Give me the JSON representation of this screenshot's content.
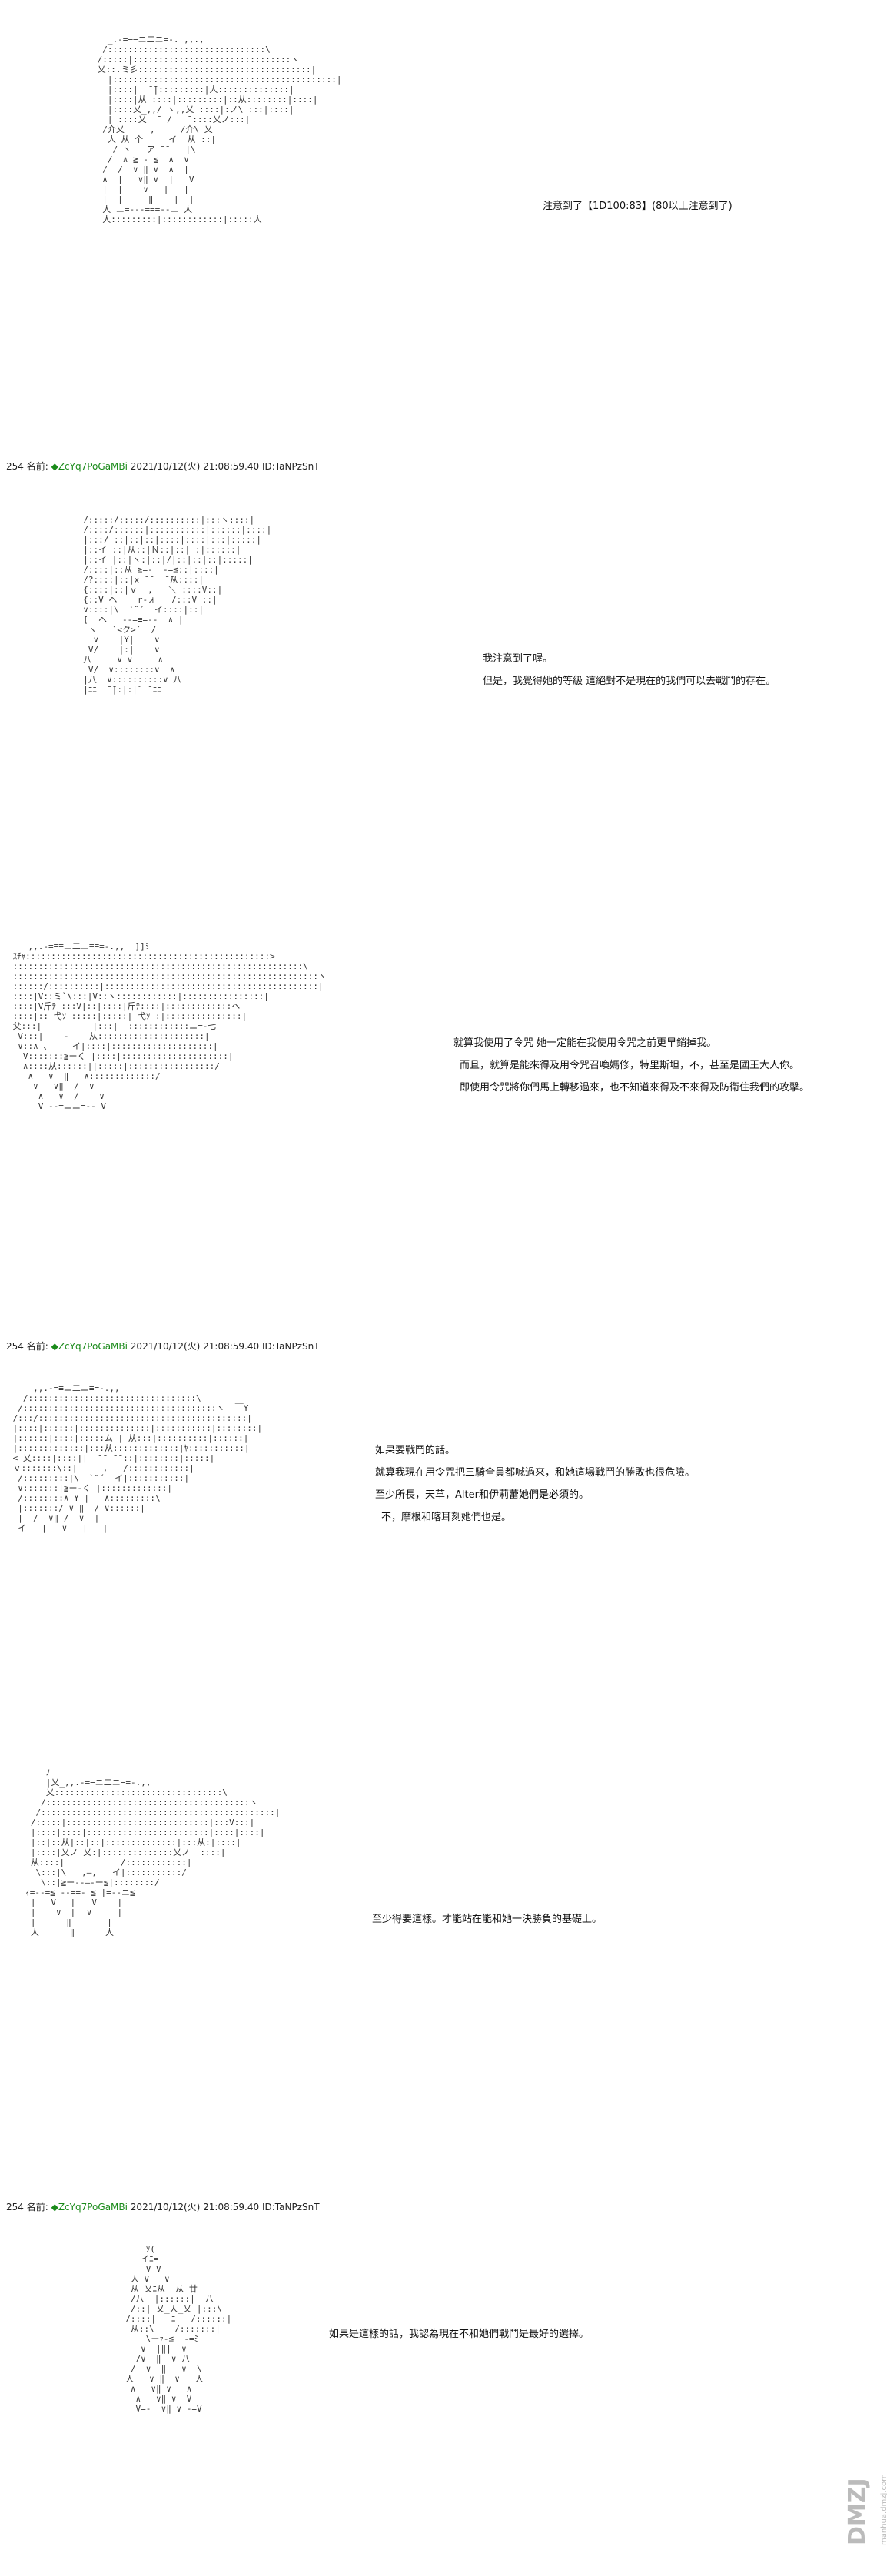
{
  "post": {
    "number": "254",
    "name_label": "名前:",
    "trip": "◆ZcYq7PoGaMBi",
    "datetime": "2021/10/12(火) 21:08:59.40",
    "id": "ID:TaNPzSnT"
  },
  "panels": [
    {
      "art": "   _.-=≡≡ニ二ニ=-. ,,.,\n  /:::::::::::::::::::::::::::::::\\\n /:::::|:::::::::::::::::::::::::::::::ヽ\n 乂::.ミ彡::::::::::::::::::::::::::::::::::|\n   |::::::::::::::::::::::::::::::::::::::::::::|\n   |::::|  ̄ ̄|:::::::::|人::::::::::::::|\n   |::::|从 ::::|:::::::::|::从::::::::|::::|\n   |::::乂_,,/ ヽ,,乂 ::::|:ノ\\ :::|::::|\n   | ::::乂  ̄  /   ̄ ::::乂ノ:::|\n  /介乂     ,     /介\\ 乂__\n   人 从 个     イ  从 ::|\n    / ヽ   ̄ア ̄ ̄    |\\\n   /  ∧ ≧ ‐ ≦  ∧  ∨\n  /  /  ∨ ‖ ∨  ∧  |\n  ∧  |   ∨‖ ∨  |   V\n  |  |    ∨   |   |\n  |  |     ‖    |  |\n  人 ニ=‐--===‐-ニ 人\n  人:::::::::|::::::::::::|:::::人",
      "lines": [
        "注意到了【1D100:83】(80以上注意到了)"
      ],
      "has_header": true
    },
    {
      "art": "  /:::::/:::::/::::::::::|:::ヽ::::|\n  /::::/::::::|:::::::::::|::::::|::::|\n  |:::/ ::|::|::|::::|::::|:::|:::::|\n  |::イ ::|从::|Ｎ::|::| :|::::::|\n  |::イ |::|ヽ:|::|/|::|::|::|:::::|\n  /::::|::从 ≧=-  ‐=≦::|::::|\n  /?::::|::|x ̄ ̄   ̄ ̄从::::|\n  {::::|::|ｖ  ,   ＼ ::::V::|\n  {::V ヘ    r‐ォ   /:::V ::|\n  ∨::::|\\  `¨´  イ::::|::|\n  [  ヘ   ‐-=≡=-‐  ∧ |\n   ヽ   `<ク>´  /\n    ∨    |Y|    ∨\n   V/    |:|    ∨\n  八     ∨ ∨     ∧\n   V/  ∨::::::::∨  ∧\n  |八  ∨::::::::::∨ 八\n  |ﾆﾆ  ̄ ̄|:|:|¨ ̄ ﾆﾆ",
      "lines": [
        "我注意到了喔。",
        "但是，我覺得她的等級 這絕對不是現在的我們可以去戰鬥的存在。"
      ],
      "has_header": false
    },
    {
      "art": "   _,,.-=≡≡ニ二ニ≡≡=-.,,_ ]]ﾐ\n ｽﾁｬ::::::::::::::::::::::::::::::::::::::::::::::::>\n :::::::::::::::::::::::::::::::::::::::::::::::::::::::::\\\n ::::::::::::::::::::::::::::::::::::::::::::::::::::::::::::ヽ\n ::::::/::::::::::|::::::::::::::::::::::::::::::::::::::::::|\n ::::|V::ミ`\\:::|V::ヽ::::::::::::|::::::::::::::::|\n ::::|V斤ﾃ :::V|::|::::|斤ﾃ::::|:::::::::::::ヘ\n ::::|:: 弋ｿ :::::|:::::| 弋ｿ :|:::::::::::::::|\n 父:::|          |:::|  ::::::::::::ニ=‐七\n  V:::|    -    从:::::::::::::::::::::|\n  ∨::∧ 、_   イ|::::|::::::::::::::::::::|\n   V:::::::≧ーく |::::|:::::::::::::::::::::|\n   ∧::::从::::::||:::::|:::::::::::::::::/\n    ∧   ∨  ‖   ∧:::::::::::::/\n     ∨   ∨‖  /  ∨\n      ∧   ∨  /    ∨\n      V ‐-=ニニ=-‐ V",
      "lines": [
        "就算我使用了令咒  她一定能在我使用令咒之前更早銷掉我。",
        "而且，就算是能來得及用令咒召喚媽修，特里斯坦，不，甚至是國王大人你。",
        "即使用令咒將你們馬上轉移過來，也不知道來得及不來得及防衛住我們的攻擊。"
      ],
      "has_header": true
    },
    {
      "art": "    _,,.-=≡ニ二ニ≡=-.,,\n   /:::::::::::::::::::::::::::::::::\\\n  /::::::::::::::::::::::::::::::::::::::ヽ  ￣Y\n /:::/:::::::::::::::::::::::::::::::::::::::::|\n |::::|::::::|::::::::::::::|:::::::::::|::::::::|\n |::::::|::::|:::::ム | 从:::|::::::::::|::::::|\n |:::::::::::::|:::从:::::::::::::|ﾔ:::::::::::|\n < 乂::::|::::||  ̄ ̄  ̄ ̄ ::|::::::::|:::::|\n ｖ:::::::\\::|     ,   /::::::::::::|\n  /:::::::::|\\  `¨´  イ|:::::::::::|\n  ∨:::::::|≧ー‐く |:::::::::::::|\n  /::::::::∧ Y |   ∧:::::::::\\\n  |:::::::/ ∨ ‖  / ∨::::::|\n  |  /  ∨‖ /  ∨  |\n  イ   |   ∨   |   |",
      "lines": [
        "如果要戰鬥的話。",
        "就算我現在用令咒把三騎全員都喊過來，和她這場戰鬥的勝敗也很危險。",
        "至少所長，天草，Alter和伊莉蕾她們是必須的。",
        "不，摩根和喀耳刻她們也是。"
      ],
      "has_header": false
    },
    {
      "art": "      ﾉ\n      |乂_,,.-=≡ニ二ニ≡=-.,,\n      乂:::::::::::::::::::::::::::::::::\\\n     /::::::::::::::::::::::::::::::::::::::::ヽ\n    /::::::::::::::::::::::::::::::::::::::::::::::|\n   /:::::|::::::::::::::::::::::::::::|:::V:::|\n   |::::|::::|::::::::::::::::::::::::|::::|::::|\n   |::|::从|::|::|::::::::::::::|:::从:|::::|\n   |::::|乂ノ 乂:|::::::::::::::乂ノ  ::::|\n   从::::|           /::::::::::::|\n    \\:::|\\   ,―,   イ|:::::::::::/\n     \\::|≧ー‐‐―‐ー≦|::::::::/\n  ｨ=‐-=≦ ‐-==‐ ≦ |=‐-ニ≦\n   |   V   ‖   V    |\n   |    ∨  ‖  ∨     |\n   |      ‖       |\n   人      ‖      人",
      "lines": [
        "至少得要這樣。才能站在能和她一決勝負的基礎上。"
      ],
      "has_header": true
    },
    {
      "art": "      ｿ(\n     イﾆ=\n      V V\n   人 V   ∨\n   从 乂ﾆ从  从 廿\n   /八  |::::::|  八\n   /::| 乂_人_乂 |:::\\\n  /::::|   ﾆ   /::::::|\n   从::\\    /:::::::|\n      \\ーｧ‐≦  ‐=ﾐ\n     ∨  |‖|  ∨\n    /∨  ‖  ∨ 八\n   /  ∨  ‖   ∨  \\\n  人   ∨ ‖  ∨   人\n   ∧   ∨‖ ∨   ∧\n    ∧   ∨‖ ∨  V\n    V=-  ∨‖ ∨ -=V",
      "lines": [
        "如果是這樣的話，我認為現在不和她們戰鬥是最好的選擇。"
      ],
      "has_header": false
    }
  ],
  "watermark": {
    "text": "DMZJ",
    "sub": "manhua.dmzj.com"
  }
}
